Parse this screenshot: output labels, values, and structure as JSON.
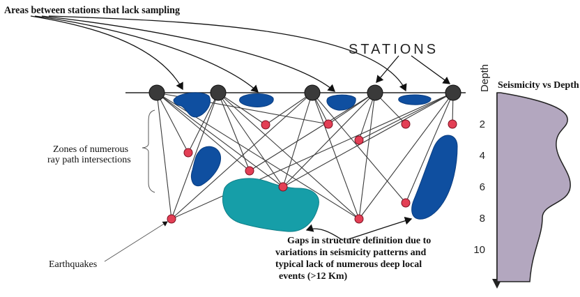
{
  "labels": {
    "areas_lacking_sampling": "Areas between stations that lack sampling",
    "stations": "STATIONS",
    "zones_line1": "Zones of numerous",
    "zones_line2": "ray path intersections",
    "earthquakes": "Earthquakes",
    "gaps_line1": "Gaps in structure definition due to",
    "gaps_line2": "variations in seismicity patterns and",
    "gaps_line3": " typical lack of numerous deep local",
    "gaps_line4": "events (>12 Km)"
  },
  "depth_panel": {
    "axis_title": "Depth",
    "curve_title": "Seismicity vs Depth",
    "ticks": [
      "2",
      "4",
      "6",
      "8",
      "10"
    ]
  },
  "colors": {
    "station": "#3a3a3a",
    "earthquake": "#e33f55",
    "gap_blue": "#0f4fa0",
    "gap_teal": "#169ea8",
    "seismicity_fill": "#b3a7bf",
    "ray_line": "#3a3a3a"
  }
}
